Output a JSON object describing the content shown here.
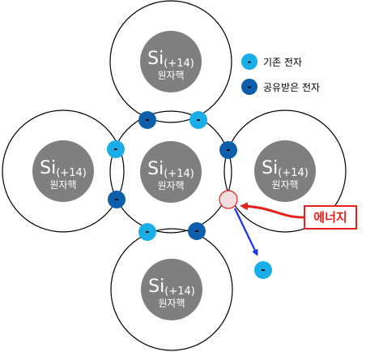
{
  "atoms": [
    {
      "id": "top",
      "symbol": "Si",
      "charge": "(+14)",
      "label": "원자핵"
    },
    {
      "id": "left",
      "symbol": "Si",
      "charge": "(+14)",
      "label": "원자핵"
    },
    {
      "id": "center",
      "symbol": "Si",
      "charge": "(+14)",
      "label": "원자핵"
    },
    {
      "id": "right",
      "symbol": "Si",
      "charge": "(+14)",
      "label": "원자핵"
    },
    {
      "id": "bottom",
      "symbol": "Si",
      "charge": "(+14)",
      "label": "원자핵"
    }
  ],
  "electron_sign": "-",
  "legend": {
    "existing_label": "기존 전자",
    "shared_label": "공유받은 전자"
  },
  "energy_label": "에너지",
  "colors": {
    "nucleus": "#7f7f7f",
    "existing_electron": "#19aee8",
    "shared_electron": "#0d5fab",
    "energy_red": "#e8201c",
    "arrow_blue": "#1a2ff0"
  }
}
